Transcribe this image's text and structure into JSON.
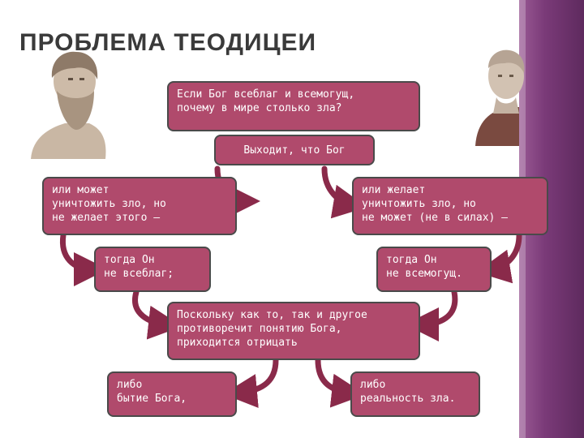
{
  "title": "ПРОБЛЕМА ТЕОДИЦЕИ",
  "colors": {
    "box_fill": "#b04a6c",
    "arrow": "#8a2a4a",
    "band": "#7a3a78"
  },
  "boxes": {
    "question": [
      "Если Бог всеблаг и всемогущ,",
      "почему в мире столько зла?"
    ],
    "follows": [
      "Выходит, что Бог"
    ],
    "left_option": [
      "или может",
      "уничтожить зло, но",
      "не желает этого –"
    ],
    "right_option": [
      "или желает",
      "уничтожить зло, но",
      "не может (не в силах) –"
    ],
    "left_result": [
      "тогда Он",
      "не всеблаг;"
    ],
    "right_result": [
      "тогда Он",
      "не всемогущ."
    ],
    "since": [
      "Поскольку как то, так и другое",
      "противоречит понятию Бога,",
      "приходится отрицать"
    ],
    "either_left": [
      "либо",
      "бытие Бога,"
    ],
    "either_right": [
      "либо",
      "реальность зла."
    ]
  },
  "images": {
    "left_bust": "epicurus-bust",
    "right_bust": "roman-bust"
  }
}
